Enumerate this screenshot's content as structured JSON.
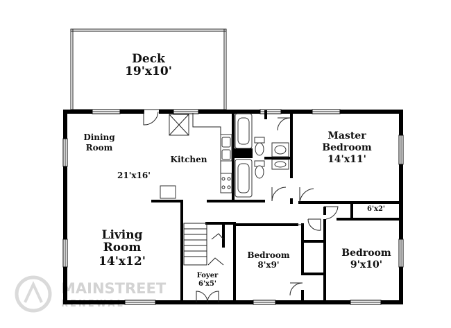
{
  "rooms": {
    "deck": {
      "name": "Deck",
      "size": "19'x10'"
    },
    "dining": {
      "name_line1": "Dining",
      "name_line2": "Room"
    },
    "kitchen": {
      "name": "Kitchen"
    },
    "main_size": "21'x16'",
    "living": {
      "name_line1": "Living",
      "name_line2": "Room",
      "size": "14'x12'"
    },
    "master": {
      "name_line1": "Master",
      "name_line2": "Bedroom",
      "size": "14'x11'"
    },
    "closet": {
      "size": "6'x2'"
    },
    "bedroom_small": {
      "name": "Bedroom",
      "size": "8'x9'"
    },
    "bedroom_right": {
      "name": "Bedroom",
      "size": "9'x10'"
    },
    "foyer": {
      "name": "Foyer",
      "size": "6'x5'"
    }
  },
  "watermark": {
    "line1": "MAINSTREET",
    "line2": "RENEWAL"
  }
}
